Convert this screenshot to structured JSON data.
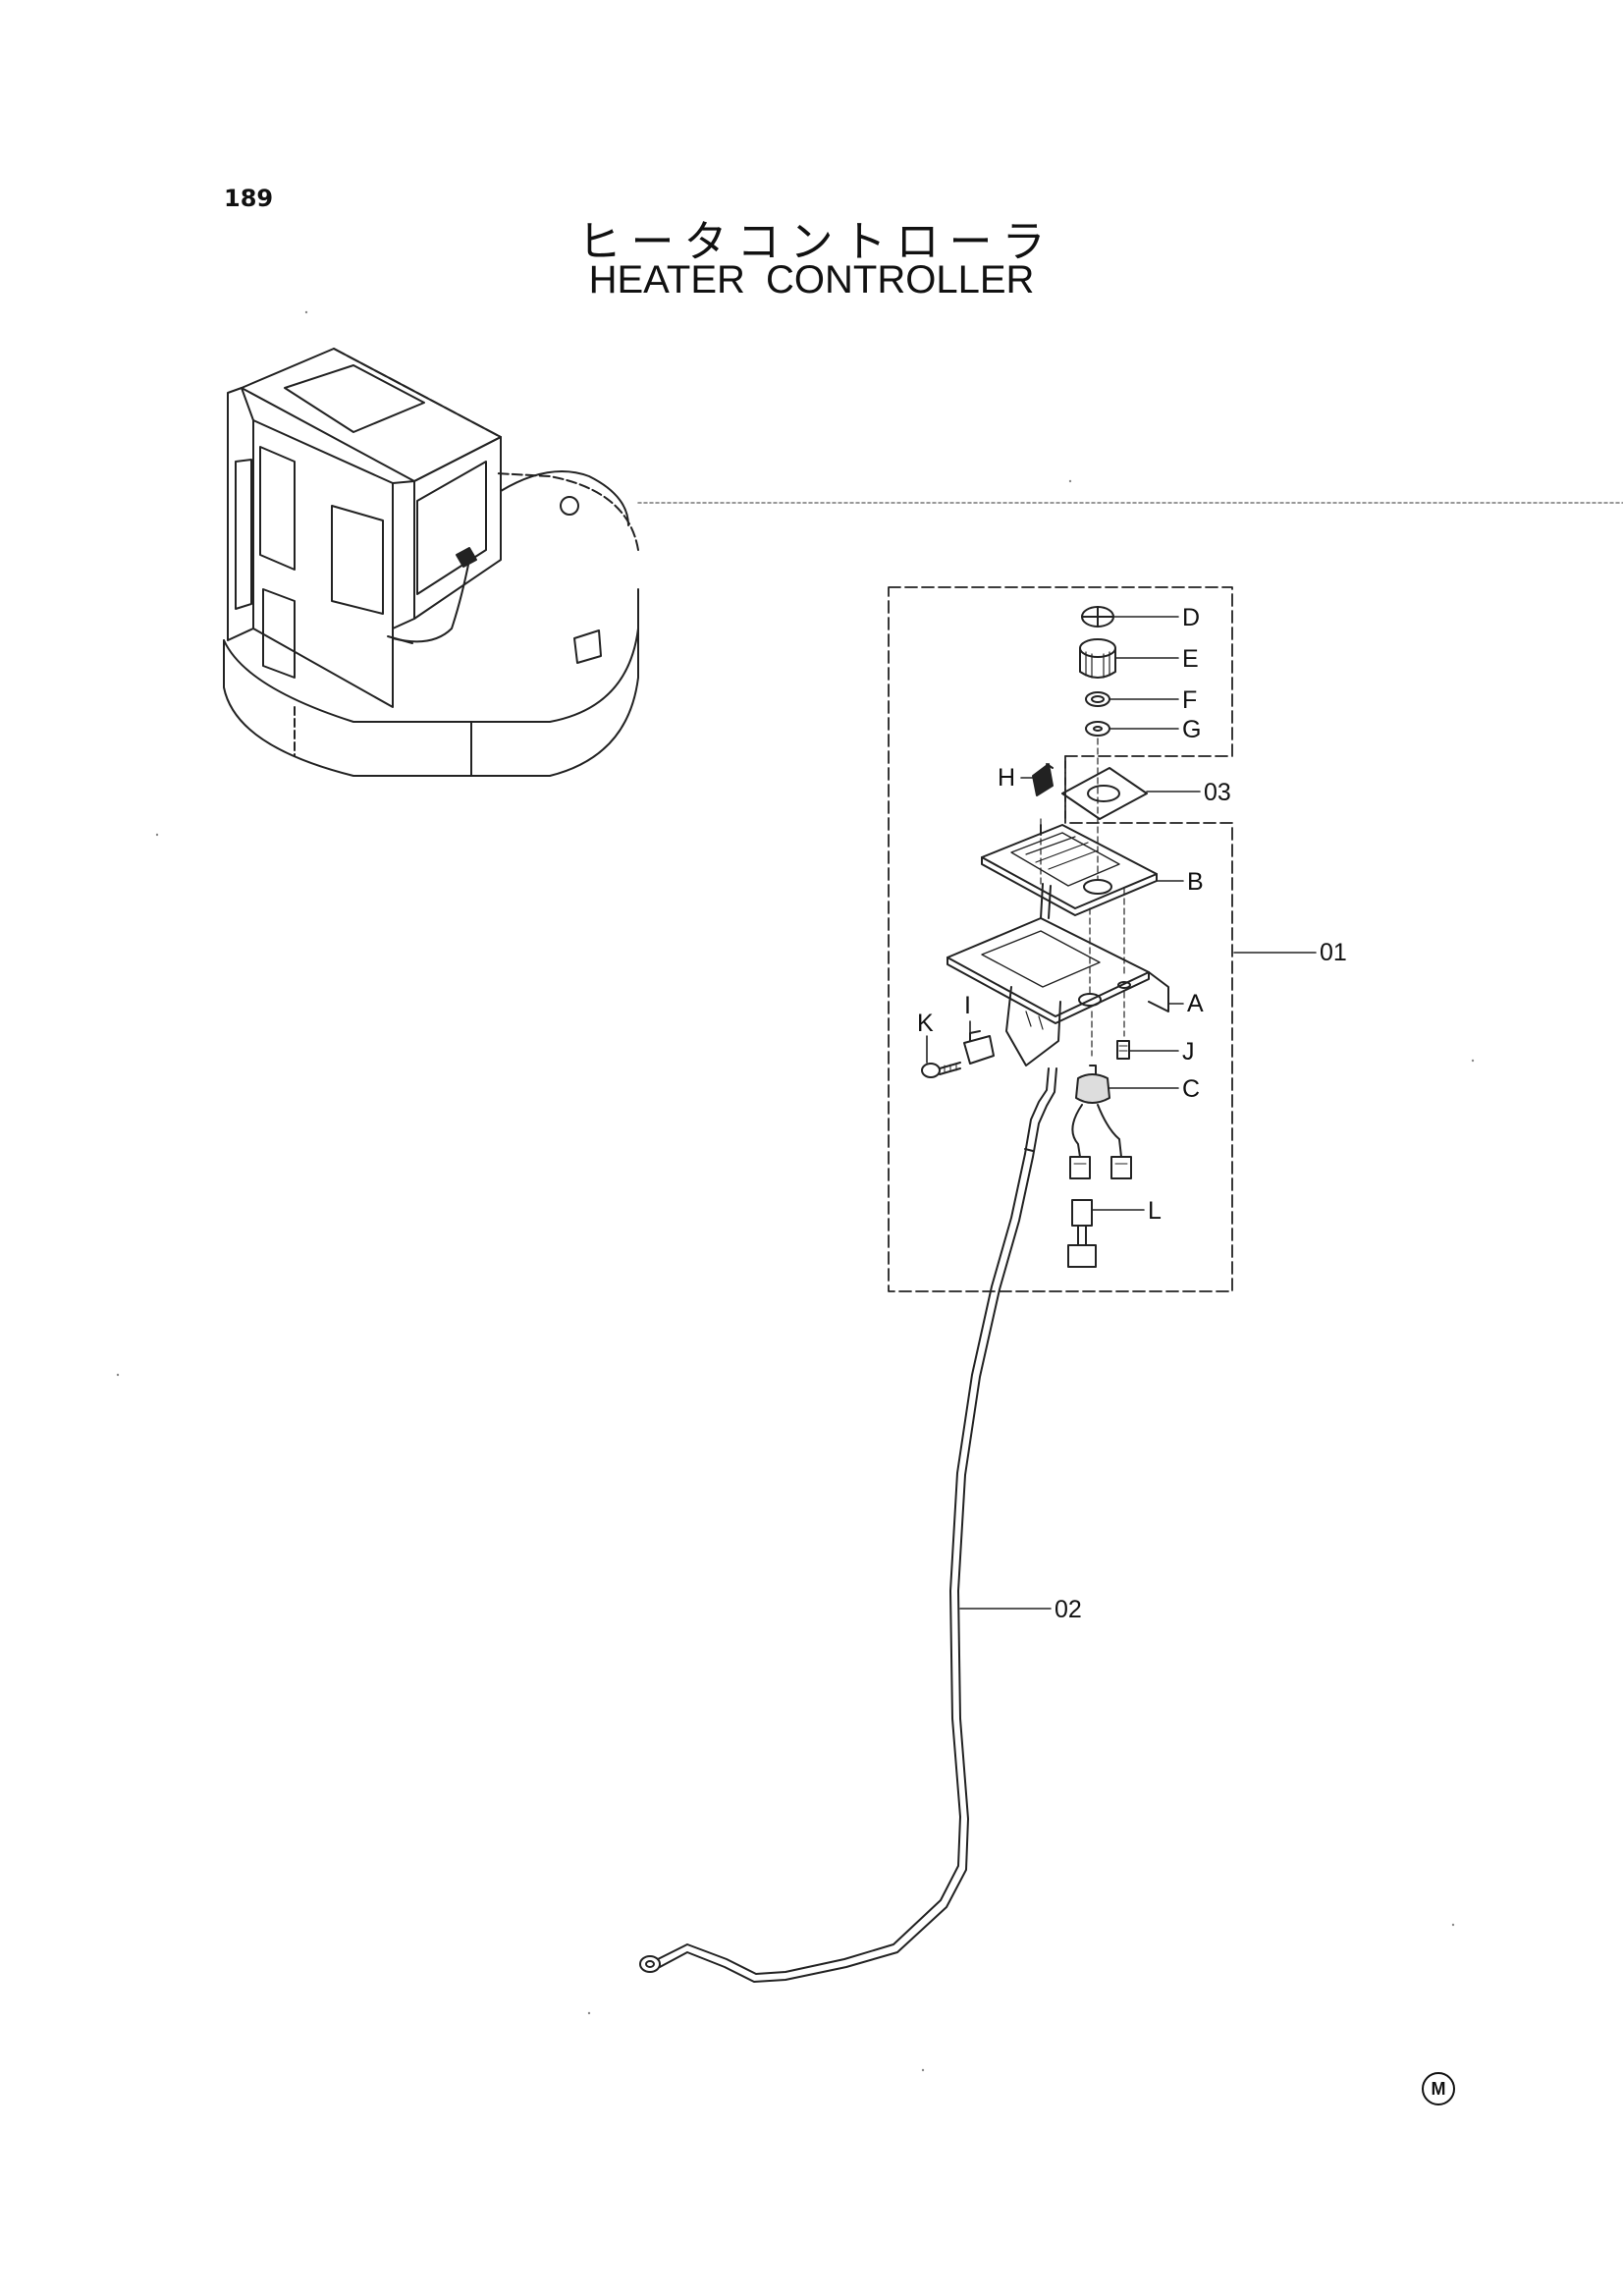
{
  "page": {
    "number": "189"
  },
  "title": {
    "japanese": "ヒータコントローラ",
    "english": "HEATER CONTROLLER"
  },
  "callouts": {
    "D": "D",
    "E": "E",
    "F": "F",
    "G": "G",
    "H": "H",
    "B": "B",
    "A": "A",
    "I": "I",
    "K": "K",
    "J": "J",
    "C": "C",
    "L": "L",
    "p01": "01",
    "p02": "02",
    "p03": "03"
  },
  "stamp": "M"
}
